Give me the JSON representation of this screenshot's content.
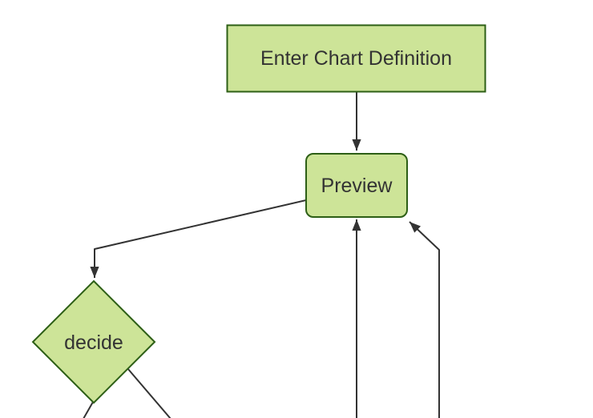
{
  "diagram": {
    "type": "flowchart",
    "direction": "top-down",
    "style": {
      "node_fill": "#cde498",
      "node_border": "#2d5f16",
      "edge_color": "#333333",
      "label_color": "#333333",
      "background": "#ffffff"
    },
    "nodes": [
      {
        "id": "enter-chart-definition",
        "label": "Enter Chart Definition",
        "shape": "rectangle"
      },
      {
        "id": "preview",
        "label": "Preview",
        "shape": "rounded-rectangle"
      },
      {
        "id": "decide",
        "label": "decide",
        "shape": "diamond"
      }
    ],
    "edges": [
      {
        "from": "enter-chart-definition",
        "to": "preview",
        "arrowhead": true
      },
      {
        "from": "preview",
        "to": "decide",
        "arrowhead": true
      },
      {
        "from": "decide",
        "to": "offscreen-bottom-left",
        "arrowhead": false
      },
      {
        "from": "decide",
        "to": "offscreen-bottom-right",
        "arrowhead": false
      },
      {
        "from": "offscreen-bottom-center",
        "to": "preview",
        "arrowhead": true
      },
      {
        "from": "offscreen-bottom-right",
        "to": "preview",
        "arrowhead": true
      }
    ]
  }
}
